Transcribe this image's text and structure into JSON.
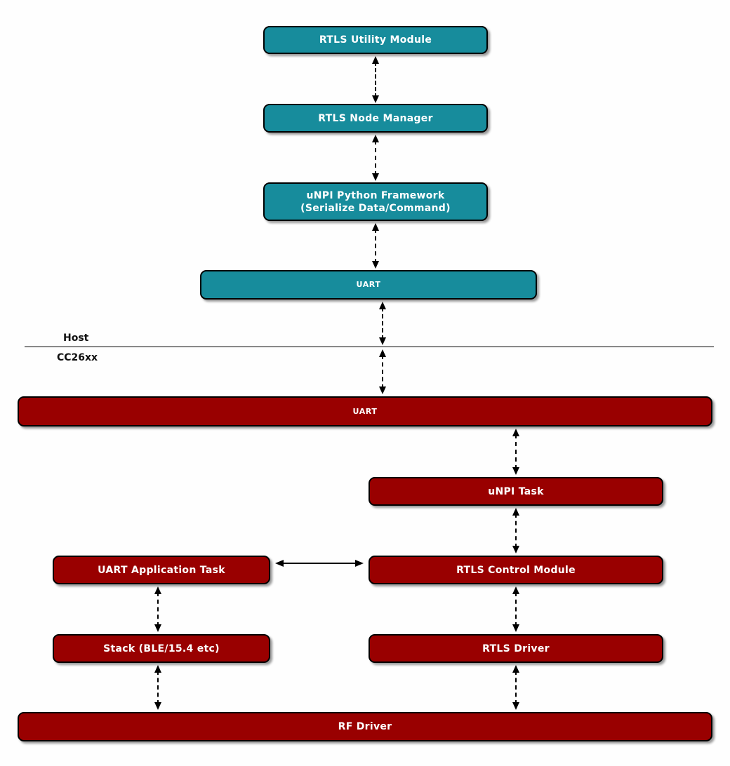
{
  "colors": {
    "teal": "#178C9C",
    "red": "#990000",
    "label_text": "#FFFFFF",
    "line": "#000000"
  },
  "partition": {
    "host_label": "Host",
    "device_label": "CC26xx"
  },
  "nodes": {
    "rtls_utility": "RTLS Utility Module",
    "node_manager": "RTLS Node Manager",
    "unpi_framework_line1": "uNPI Python Framework",
    "unpi_framework_line2": "(Serialize Data/Command)",
    "uart_host": "UART",
    "uart_device": "UART",
    "unpi_task": "uNPI Task",
    "uart_app_task": "UART Application Task",
    "rtls_control": "RTLS Control Module",
    "stack": "Stack (BLE/15.4 etc)",
    "rtls_driver": "RTLS Driver",
    "rf_driver": "RF Driver"
  }
}
